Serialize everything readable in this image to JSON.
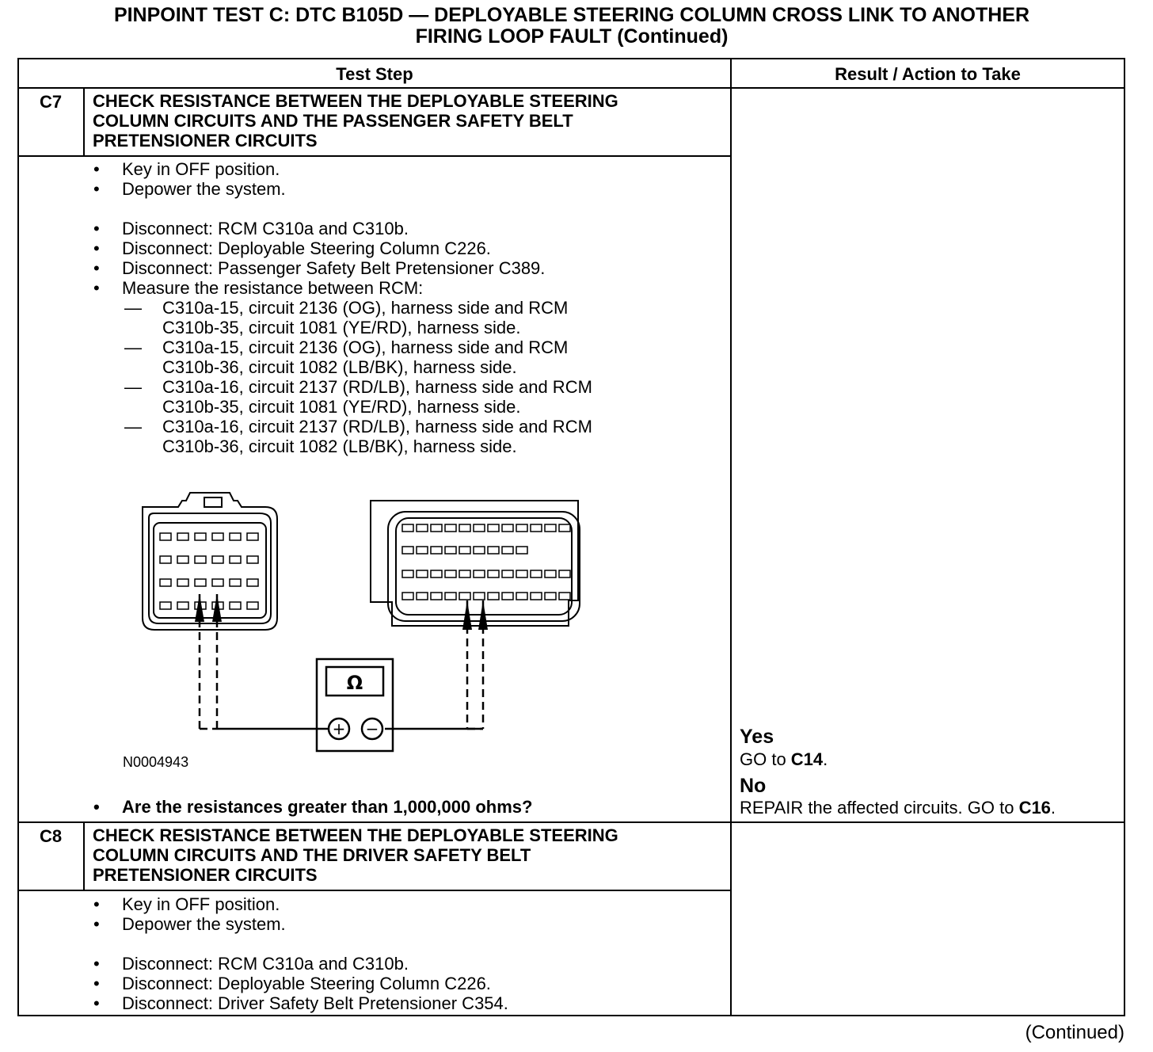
{
  "title": {
    "line1": "PINPOINT TEST C: DTC B105D — DEPLOYABLE STEERING COLUMN CROSS LINK TO ANOTHER",
    "line2": "FIRING LOOP FAULT (Continued)"
  },
  "table": {
    "col_headers": [
      "Test Step",
      "Result / Action to Take"
    ],
    "c7": {
      "id": "C7",
      "title": [
        "CHECK RESISTANCE BETWEEN THE DEPLOYABLE STEERING",
        "COLUMN CIRCUITS AND THE PASSENGER SAFETY BELT",
        "PRETENSIONER CIRCUITS"
      ],
      "bullets_a": [
        "Key in OFF position.",
        "Depower the system."
      ],
      "bullets_b": [
        "Disconnect: RCM C310a and C310b.",
        "Disconnect: Deployable Steering Column C226.",
        "Disconnect: Passenger Safety Belt Pretensioner C389.",
        "Measure the resistance between RCM:"
      ],
      "subs": [
        [
          "C310a-15, circuit 2136 (OG), harness side and RCM",
          "C310b-35, circuit 1081 (YE/RD), harness side."
        ],
        [
          "C310a-15, circuit 2136 (OG), harness side and RCM",
          "C310b-36, circuit 1082 (LB/BK), harness side."
        ],
        [
          "C310a-16, circuit 2137 (RD/LB), harness side and RCM",
          "C310b-35, circuit 1081 (YE/RD), harness side."
        ],
        [
          "C310a-16, circuit 2137 (RD/LB), harness side and RCM",
          "C310b-36, circuit 1082 (LB/BK), harness side."
        ]
      ],
      "figure_id": "N0004943",
      "meter_symbol": "Ω",
      "question": "Are the resistances greater than 1,000,000 ohms?",
      "yes_label": "Yes",
      "yes_text": "GO to ",
      "yes_target": "C14",
      "no_label": "No",
      "no_text": "REPAIR the affected circuits. GO to ",
      "no_target": "C16"
    },
    "c8": {
      "id": "C8",
      "title": [
        "CHECK RESISTANCE BETWEEN THE DEPLOYABLE STEERING",
        "COLUMN CIRCUITS AND THE DRIVER SAFETY BELT",
        "PRETENSIONER CIRCUITS"
      ],
      "bullets_a": [
        "Key in OFF position.",
        "Depower the system."
      ],
      "bullets_b": [
        "Disconnect: RCM C310a and C310b.",
        "Disconnect: Deployable Steering Column C226.",
        "Disconnect: Driver Safety Belt Pretensioner C354."
      ]
    }
  },
  "bullet_char": "•",
  "dash_char": "—",
  "continued": "(Continued)"
}
